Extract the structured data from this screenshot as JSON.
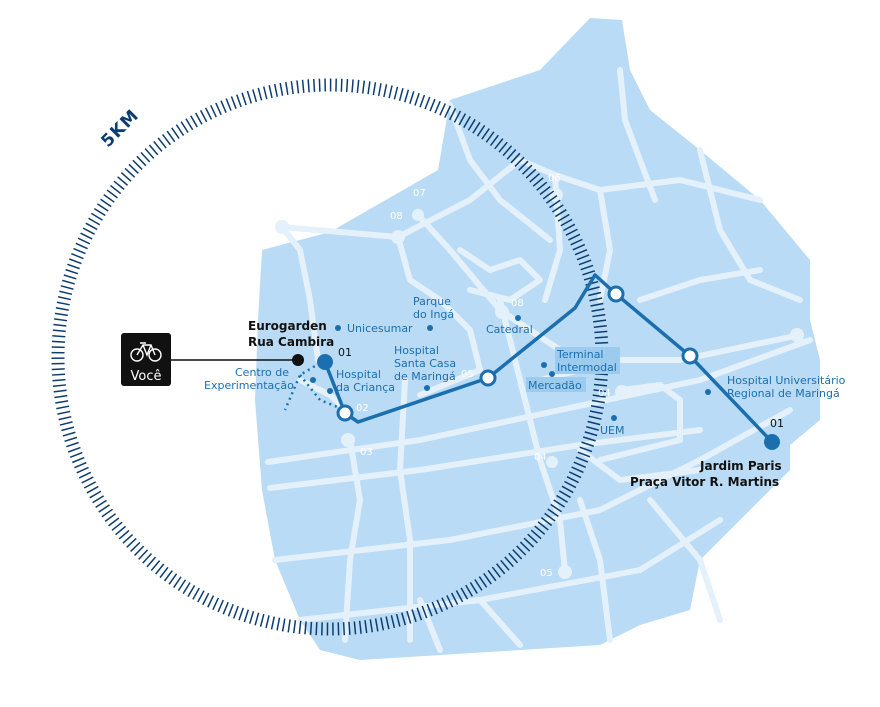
{
  "radius_label": "5KM",
  "you_label": "Você",
  "colors": {
    "city_fill": "#b9dbf5",
    "street": "#e4f1fb",
    "route": "#1c6fae",
    "ring": "#0d3d6e",
    "poi_text": "#1c6fae"
  },
  "origin": {
    "line1": "Eurogarden",
    "line2": "Rua Cambira",
    "number": "01"
  },
  "destination": {
    "line1": "Jardim Paris",
    "line2": "Praça Vitor R. Martins",
    "number": "01"
  },
  "pois": {
    "unicesumar": "Unicesumar",
    "centro": [
      "Centro de",
      "Experimentação"
    ],
    "hospital_crianca": [
      "Hospital",
      "da Criança"
    ],
    "parque": [
      "Parque",
      "do Ingá"
    ],
    "catedral": "Catedral",
    "santa_casa": [
      "Hospital",
      "Santa Casa",
      "de Maringá"
    ],
    "terminal": [
      "Terminal",
      "Intermodal"
    ],
    "mercadao": "Mercadão",
    "uem": "UEM",
    "hospital_universitario": [
      "Hospital Universitário",
      "Regional de Maringá"
    ]
  },
  "stations": {
    "s02": "02",
    "s03": "03",
    "s04a": "04",
    "s04b": "04",
    "s05a": "05",
    "s05b": "05",
    "s06": "06",
    "s07": "07",
    "s08a": "08",
    "s08b": "08"
  }
}
